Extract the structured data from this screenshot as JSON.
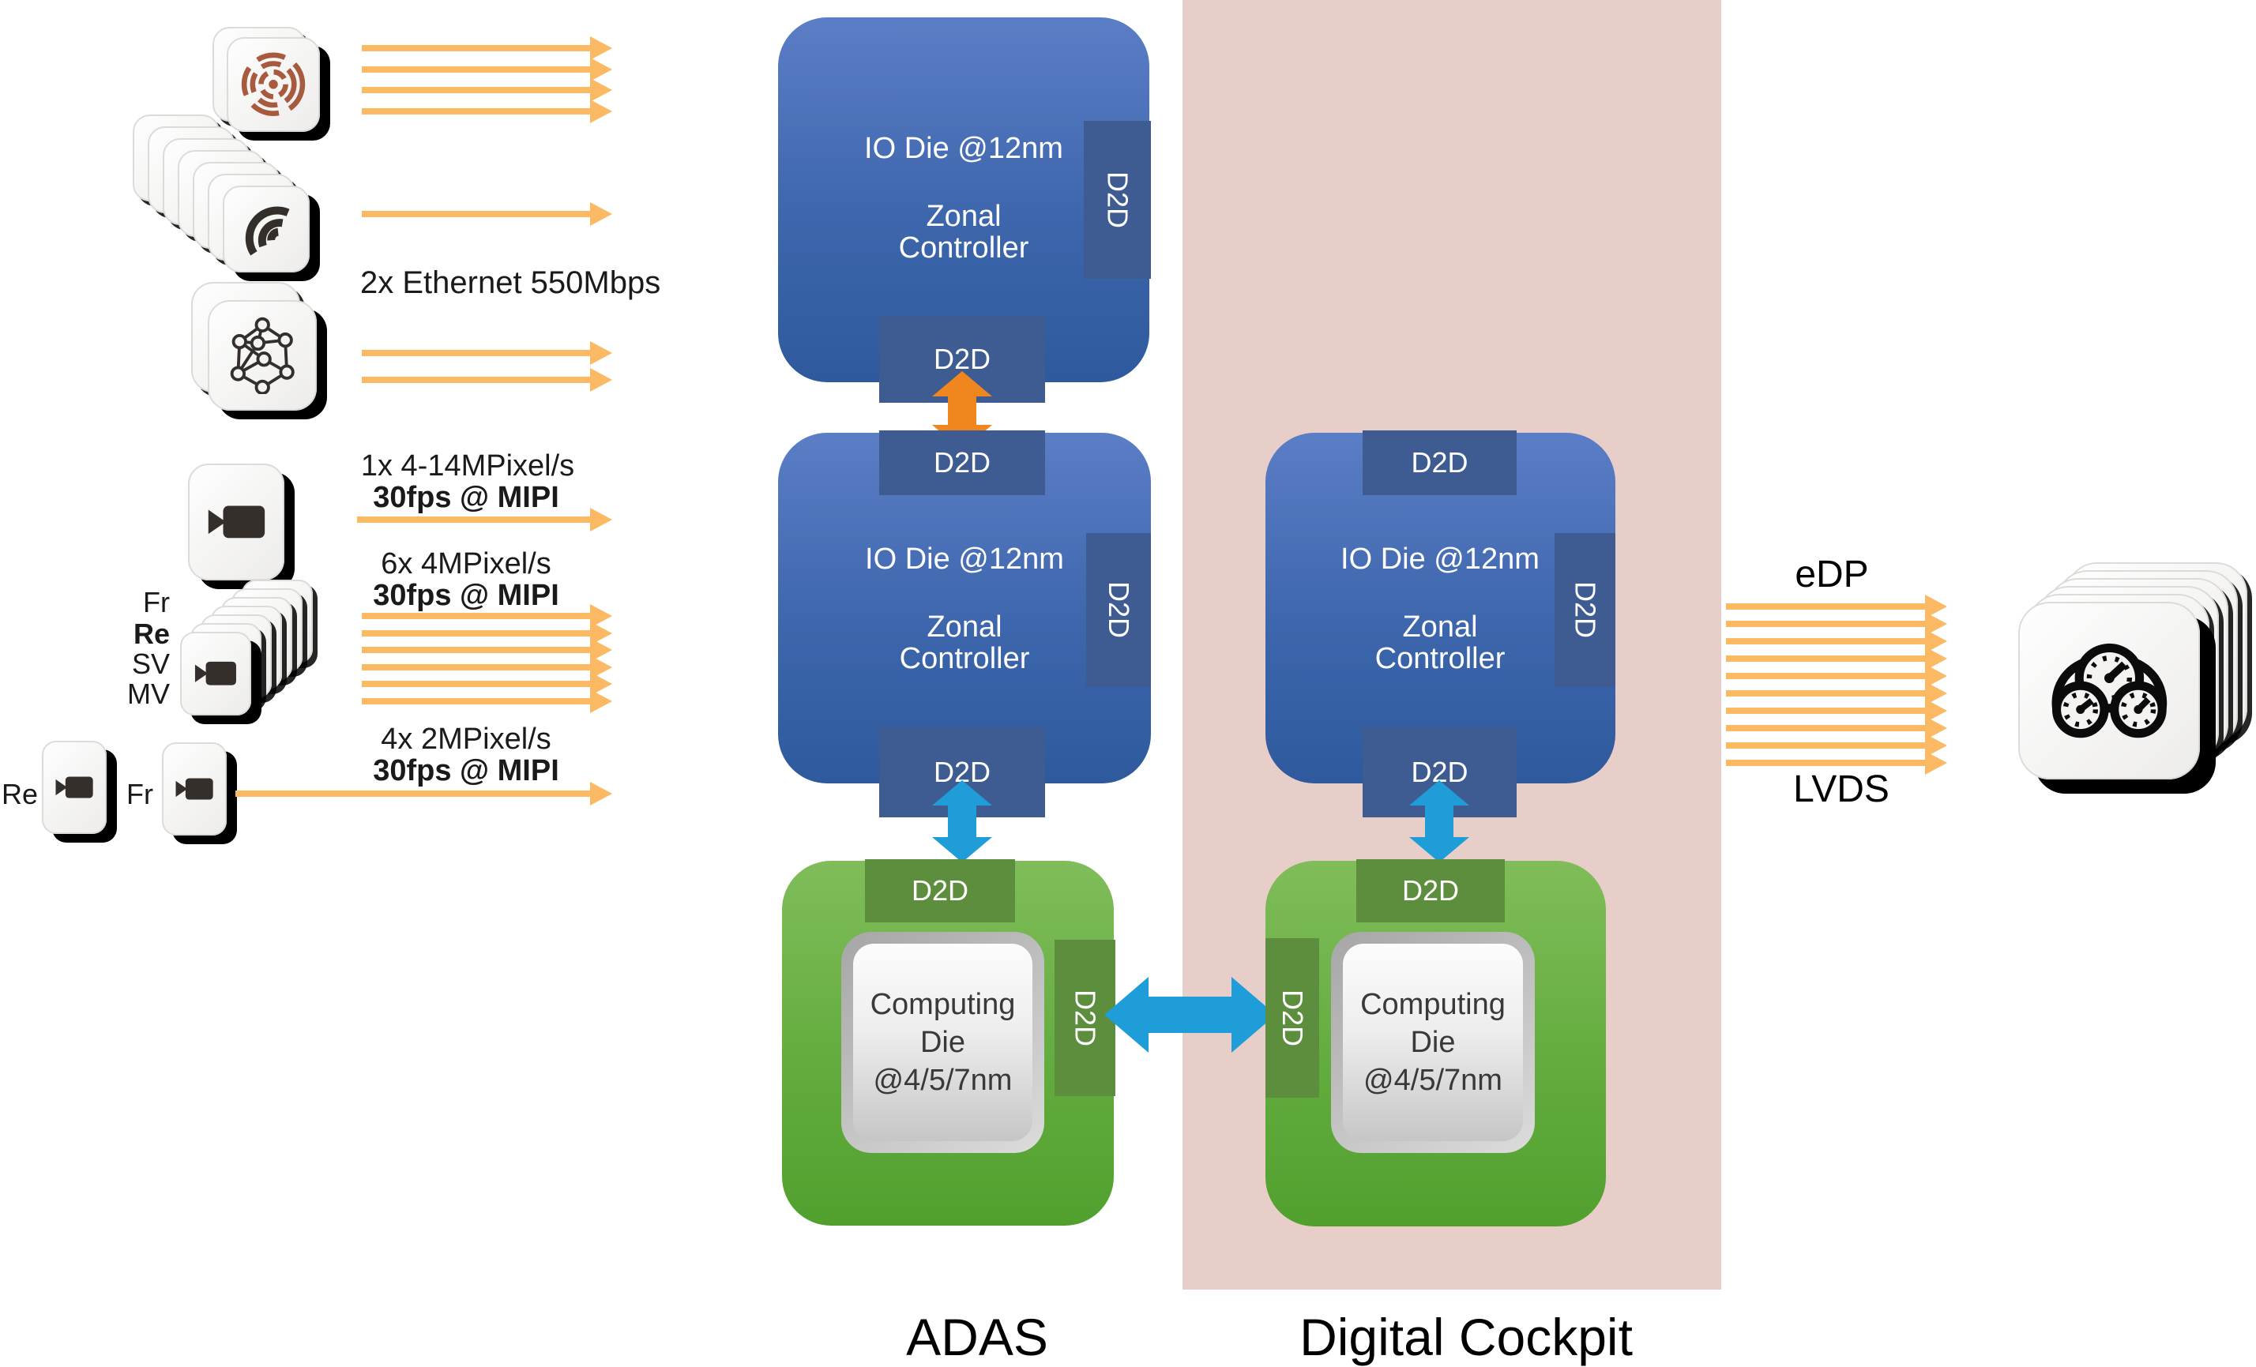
{
  "labels": {
    "d2d": "D2D"
  },
  "io_die": {
    "title": "IO Die @12nm",
    "zonal_line1": "Zonal",
    "zonal_line2": "Controller"
  },
  "computing_die": {
    "line1": "Computing",
    "line2": "Die",
    "line3": "@4/5/7nm"
  },
  "sensors": {
    "radar": {
      "icon": "radar-icon",
      "arrow_count": 4
    },
    "audio": {
      "icon": "speaker-waves-icon",
      "arrow_count": 1
    },
    "ethernet": {
      "label": "2x Ethernet 550Mbps",
      "icon": "mesh-network-icon",
      "arrow_count": 2
    },
    "cam1": {
      "icon": "video-camera-icon",
      "line1": "1x 4-14MPixel/s",
      "line2": "30fps @ MIPI",
      "arrow_count": 1
    },
    "cam6": {
      "icon": "video-camera-icon",
      "line1": "6x 4MPixel/s",
      "line2": "30fps @ MIPI",
      "arrow_count": 6,
      "positions": [
        "Fr",
        "Re",
        "SV",
        "MV"
      ]
    },
    "cam4": {
      "icon": "video-camera-icon",
      "line1": "4x 2MPixel/s",
      "line2": "30fps @ MIPI",
      "arrow_count": 1,
      "camera_labels": [
        "Re",
        "Fr"
      ]
    }
  },
  "outputs": {
    "edp": "eDP",
    "lvds": "LVDS",
    "arrow_count": 10,
    "icon": "gauge-cluster-icon"
  },
  "sections": {
    "adas": "ADAS",
    "cockpit": "Digital Cockpit"
  },
  "colors": {
    "pink_region": "#E8CEC9",
    "blue_box_top": "#5B7EC6",
    "blue_box_bottom": "#2E5A9D",
    "blue_tab": "#3E5C91",
    "green_box_top": "#80BD5A",
    "green_box_bottom": "#51A02E",
    "green_tab": "#5D8E3E",
    "flow_arrow": "#FBB963",
    "d2d_arrow_orange": "#F0871E",
    "d2d_arrow_blue": "#1F9DD9",
    "radar_glyph": "#A75A3E",
    "icon_glyph": "#352F2B",
    "die_text": "#3B3838"
  }
}
